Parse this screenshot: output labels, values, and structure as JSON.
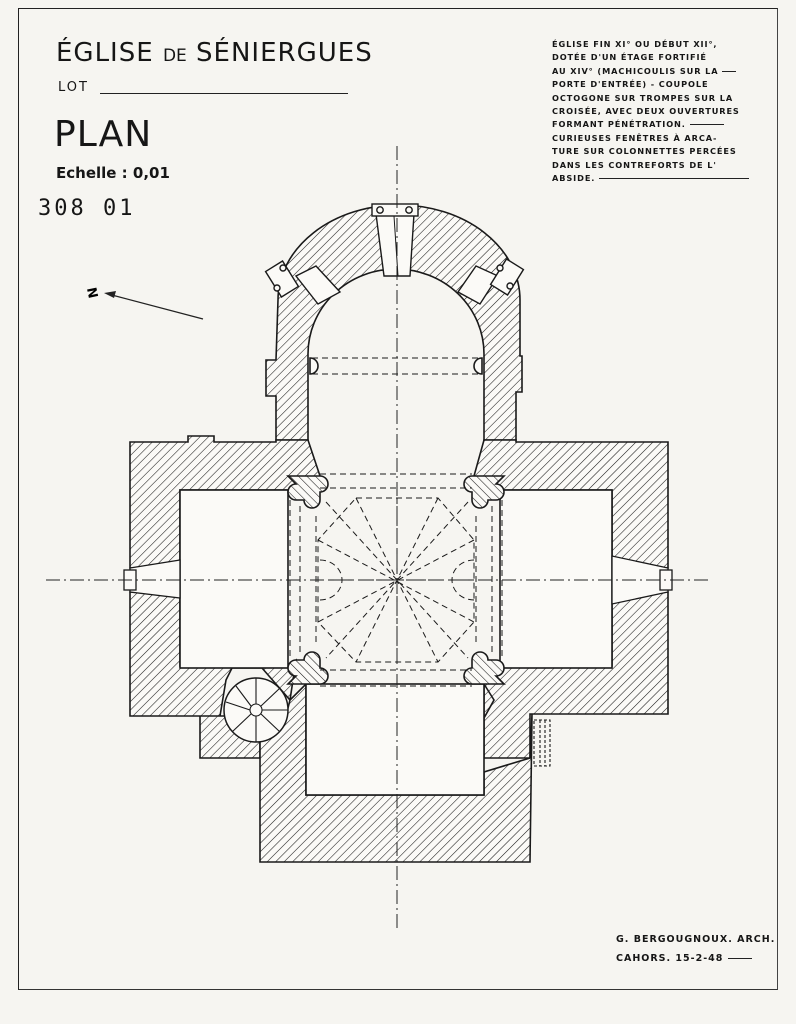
{
  "sheet": {
    "title_main": "ÉGLISE",
    "title_de": "DE",
    "title_place": "SÉNIERGUES",
    "department": "LOT",
    "plan_label": "PLAN",
    "scale": "Echelle : 0,01",
    "reference": "308 01"
  },
  "notes": [
    "ÉGLISE FIN XI° OU DÉBUT XII°,",
    "DOTÉE D'UN ÉTAGE FORTIFIÉ",
    "AU XIV° (MACHICOULIS SUR LA",
    "PORTE D'ENTRÉE) - COUPOLE",
    "OCTOGONE SUR TROMPES SUR LA",
    "CROISÉE, AVEC DEUX OUVERTURES",
    "FORMANT PÉNÉTRATION.",
    "CURIEUSES FENÊTRES À ARCA-",
    "TURE SUR COLONNETTES PERCÉES",
    "DANS LES CONTREFORTS DE L'",
    "ABSIDE."
  ],
  "north_arrow": {
    "label": "N"
  },
  "signature": {
    "architect": "G. BERGOUGNOUX. ARCH.",
    "place_date": "CAHORS. 15-2-48"
  },
  "colors": {
    "ink": "#161616",
    "paper": "#f6f5f1"
  }
}
